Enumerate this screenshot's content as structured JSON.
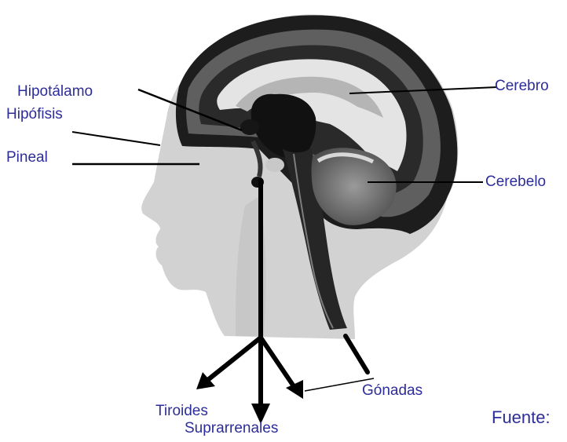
{
  "colors": {
    "label_text": "#2d2d9a",
    "leader_line": "#000000",
    "head_dark": "#161616",
    "head_mid": "#5b5b5b",
    "head_light": "#b9b9b9",
    "head_pale": "#e2e2e2"
  },
  "labels": {
    "hipotalamo": "Hipotálamo",
    "hipofisis": "Hipófisis",
    "pineal": "Pineal",
    "cerebro": "Cerebro",
    "cerebelo": "Cerebelo",
    "gonadas": "Gónadas",
    "tiroides": "Tiroides",
    "suprarrenales": "Suprarrenales",
    "fuente": "Fuente:"
  }
}
